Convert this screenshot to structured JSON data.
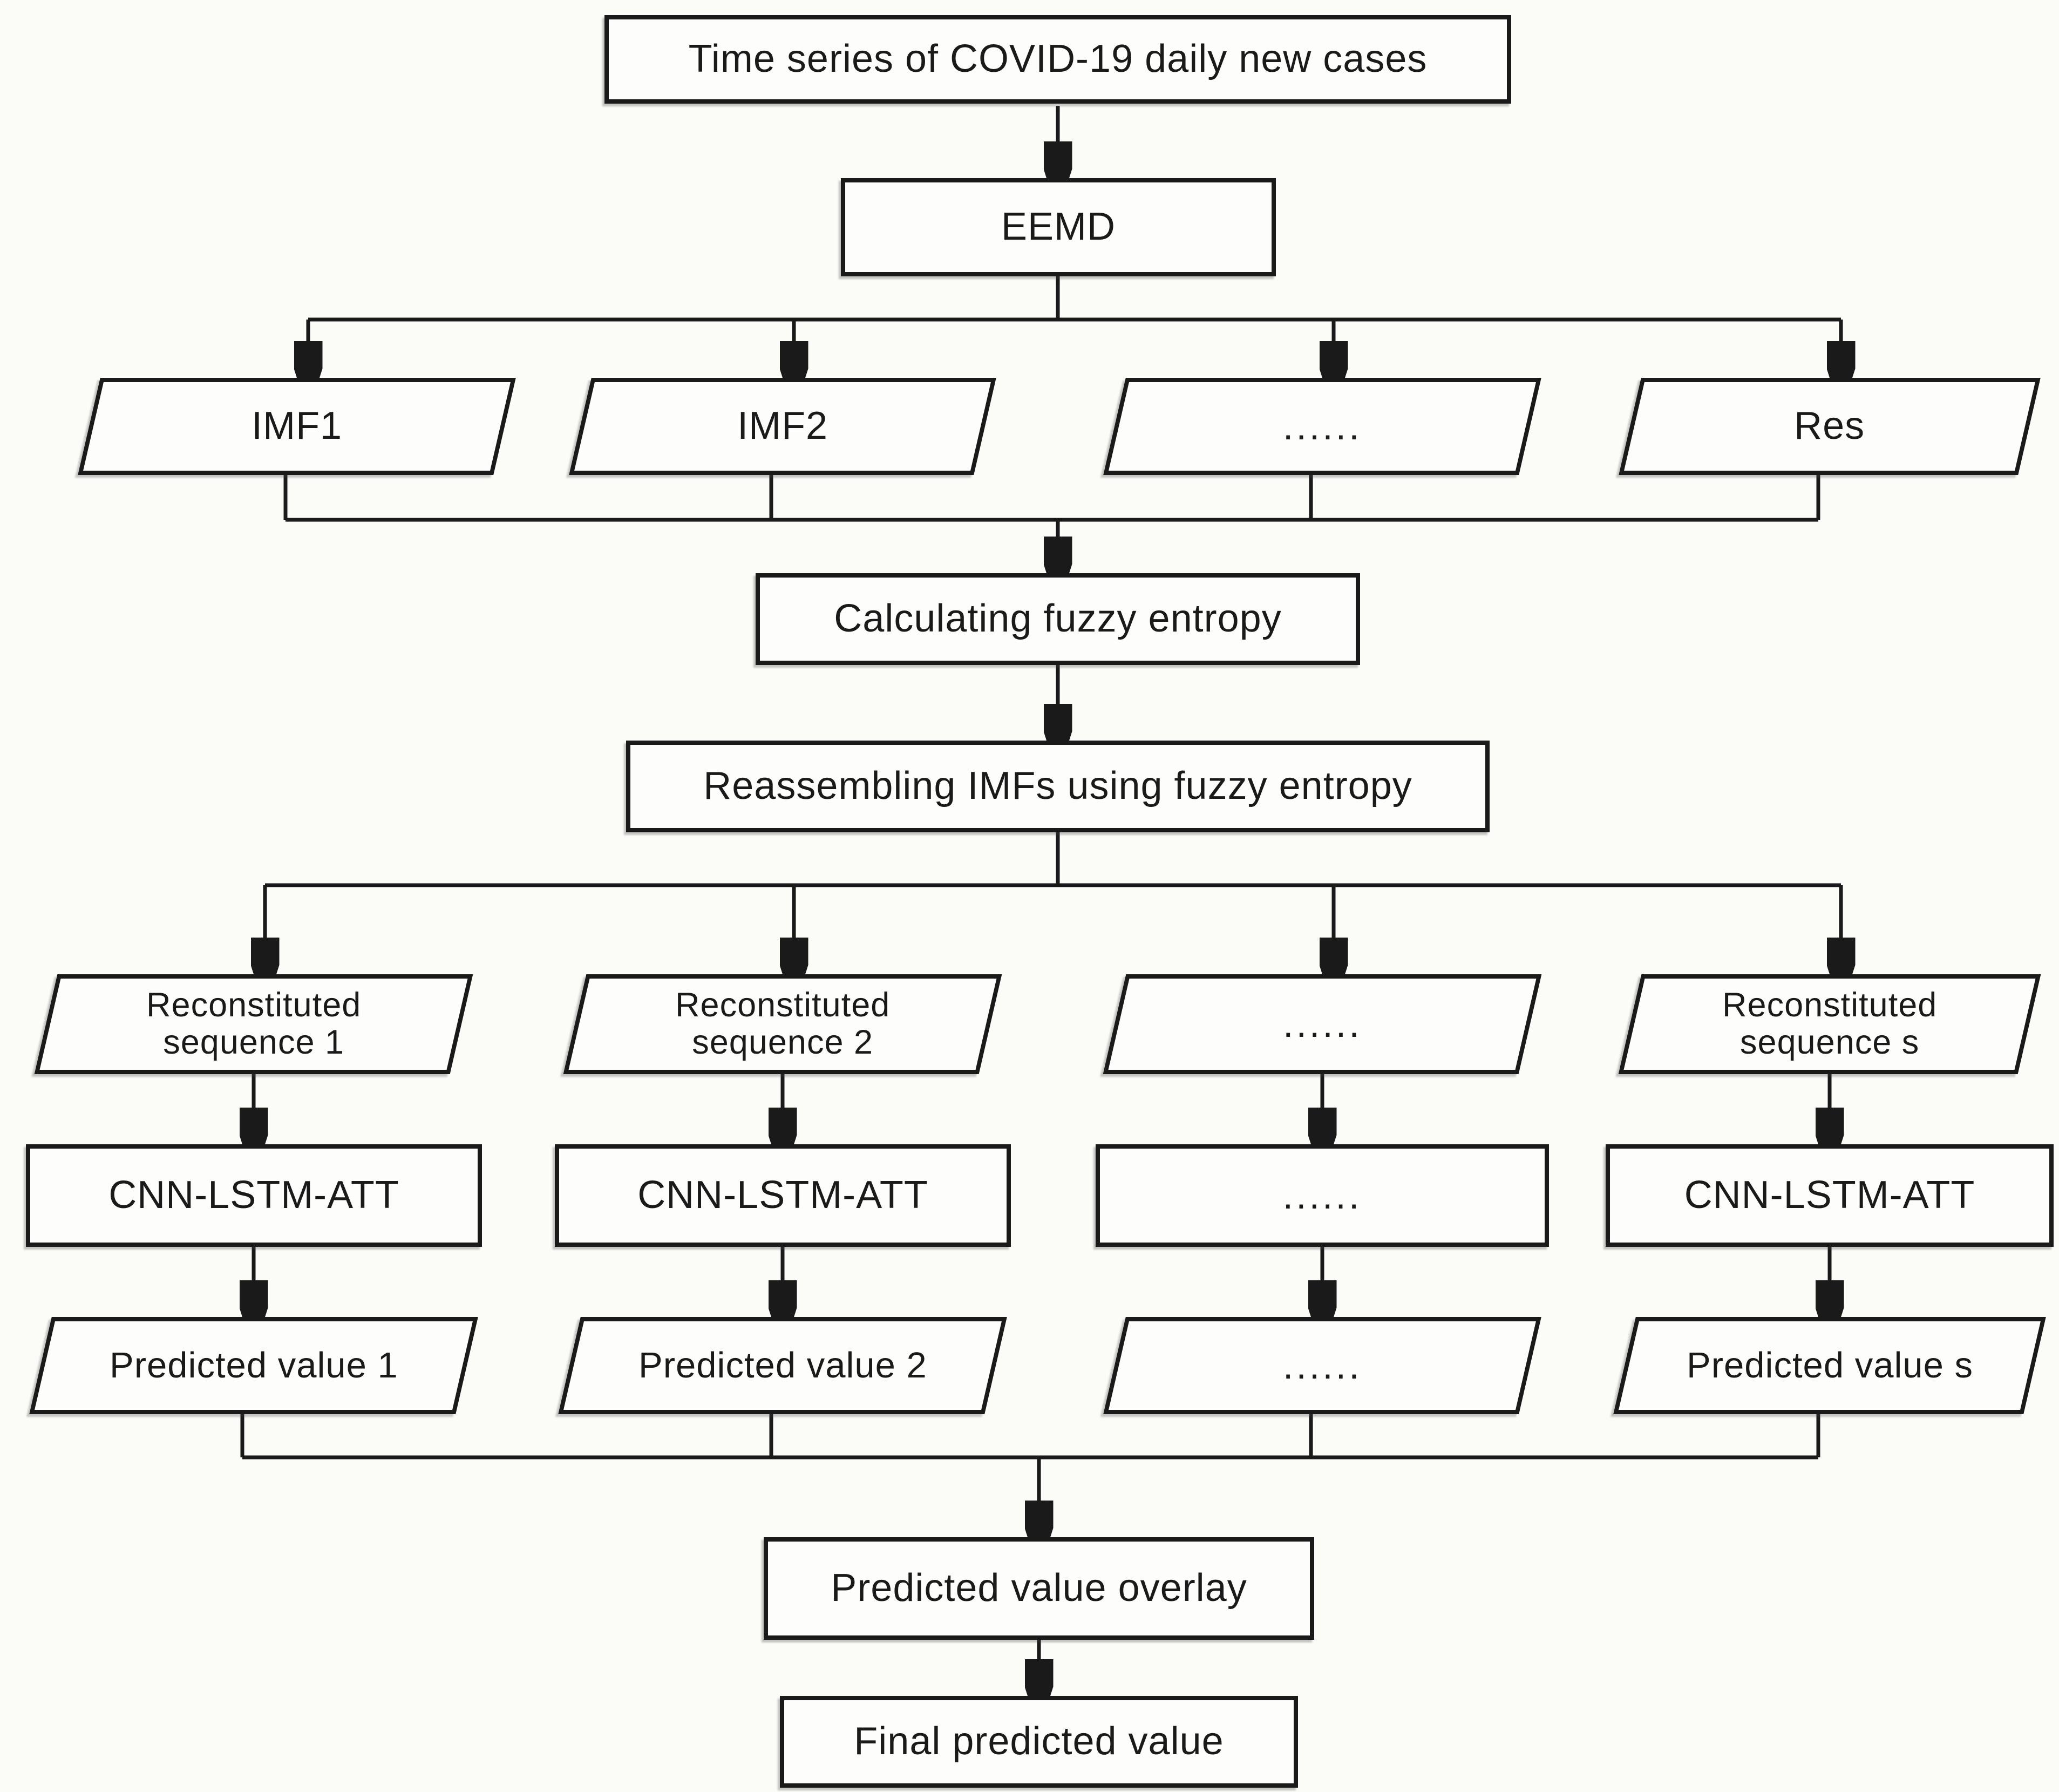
{
  "colors": {
    "ink": "#1a1a1a",
    "background": "#fbfbf8",
    "node_fill": "#fdfdfb"
  },
  "flowchart": {
    "input": "Time series of COVID-19 daily new cases",
    "decomposition": "EEMD",
    "imf_row": [
      "IMF1",
      "IMF2",
      "......",
      "Res"
    ],
    "calc_entropy": "Calculating fuzzy entropy",
    "reassemble": "Reassembling IMFs using fuzzy entropy",
    "sequence_row": [
      [
        "Reconstituted",
        "sequence 1"
      ],
      [
        "Reconstituted",
        "sequence 2"
      ],
      [
        "......"
      ],
      [
        "Reconstituted",
        "sequence s"
      ]
    ],
    "model_row": [
      "CNN-LSTM-ATT",
      "CNN-LSTM-ATT",
      "......",
      "CNN-LSTM-ATT"
    ],
    "predicted_row": [
      "Predicted value 1",
      "Predicted value 2",
      "......",
      "Predicted value s"
    ],
    "overlay": "Predicted value overlay",
    "final": "Final predicted value"
  }
}
